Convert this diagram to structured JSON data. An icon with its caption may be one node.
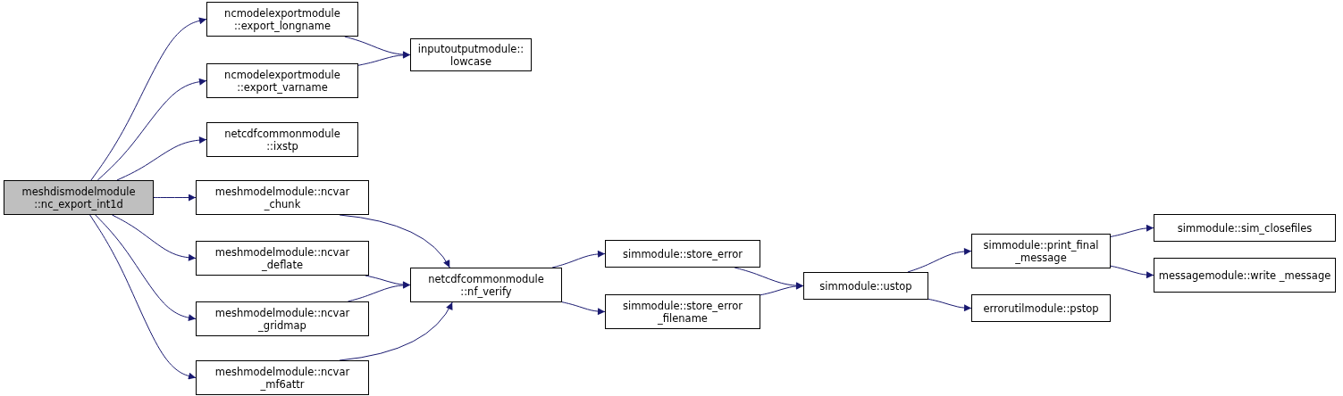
{
  "diagram": {
    "nodes": [
      {
        "text": [
          "meshdismodelmodule ::nc_export_int1d"
        ]
      },
      {
        "text": [
          "ncmodelexportmodule ::export_longname"
        ]
      },
      {
        "text": [
          "ncmodelexportmodule ::export_varname"
        ]
      },
      {
        "text": [
          "inputoutputmodule:: lowcase"
        ]
      },
      {
        "text": [
          "netcdfcommonmodule ::ixstp"
        ]
      },
      {
        "text": [
          "meshmodelmodule::ncvar _chunk"
        ]
      },
      {
        "text": [
          "meshmodelmodule::ncvar _deflate"
        ]
      },
      {
        "text": [
          "meshmodelmodule::ncvar _gridmap"
        ]
      },
      {
        "text": [
          "meshmodelmodule::ncvar _mf6attr"
        ]
      },
      {
        "text": [
          "netcdfcommonmodule ::nf_verify"
        ]
      },
      {
        "text": [
          "simmodule::store_error"
        ]
      },
      {
        "text": [
          "simmodule::store_error _filename"
        ]
      },
      {
        "text": [
          "simmodule::ustop"
        ]
      },
      {
        "text": [
          "simmodule::print_final _message"
        ]
      },
      {
        "text": [
          "errorutilmodule::pstop"
        ]
      },
      {
        "text": [
          "simmodule::sim_closefiles"
        ]
      },
      {
        "text": [
          "messagemodule::write _message"
        ]
      }
    ],
    "edges": [
      {
        "from": 0,
        "to": 1,
        "arrow": "to"
      },
      {
        "from": 0,
        "to": 2,
        "arrow": "to"
      },
      {
        "from": 0,
        "to": 4,
        "arrow": "to"
      },
      {
        "from": 0,
        "to": 5,
        "arrow": "to"
      },
      {
        "from": 0,
        "to": 6,
        "arrow": "to"
      },
      {
        "from": 0,
        "to": 7,
        "arrow": "to"
      },
      {
        "from": 0,
        "to": 8,
        "arrow": "to"
      },
      {
        "from": 1,
        "to": 3,
        "arrow": "to"
      },
      {
        "from": 2,
        "to": 3,
        "arrow": "to"
      },
      {
        "from": 5,
        "to": 9,
        "arrow": "to"
      },
      {
        "from": 6,
        "to": 9,
        "arrow": "to"
      },
      {
        "from": 7,
        "to": 9,
        "arrow": "to"
      },
      {
        "from": 8,
        "to": 9,
        "arrow": "to"
      },
      {
        "from": 9,
        "to": 10,
        "arrow": "to"
      },
      {
        "from": 9,
        "to": 11,
        "arrow": "to"
      },
      {
        "from": 10,
        "to": 12,
        "arrow": "to"
      },
      {
        "from": 11,
        "to": 12,
        "arrow": "to"
      },
      {
        "from": 12,
        "to": 13,
        "arrow": "to"
      },
      {
        "from": 12,
        "to": 14,
        "arrow": "to"
      },
      {
        "from": 13,
        "to": 15,
        "arrow": "to"
      },
      {
        "from": 13,
        "to": 16,
        "arrow": "to"
      }
    ]
  }
}
